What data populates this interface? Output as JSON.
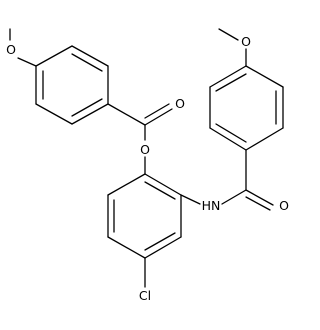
{
  "molecule": {
    "atoms": {
      "o_methoxy_left": "O",
      "o_carbonyl_ester": "O",
      "o_ester": "O",
      "n_amide": "HN",
      "o_carbonyl_amide": "O",
      "o_methoxy_right": "O",
      "cl": "Cl"
    }
  }
}
